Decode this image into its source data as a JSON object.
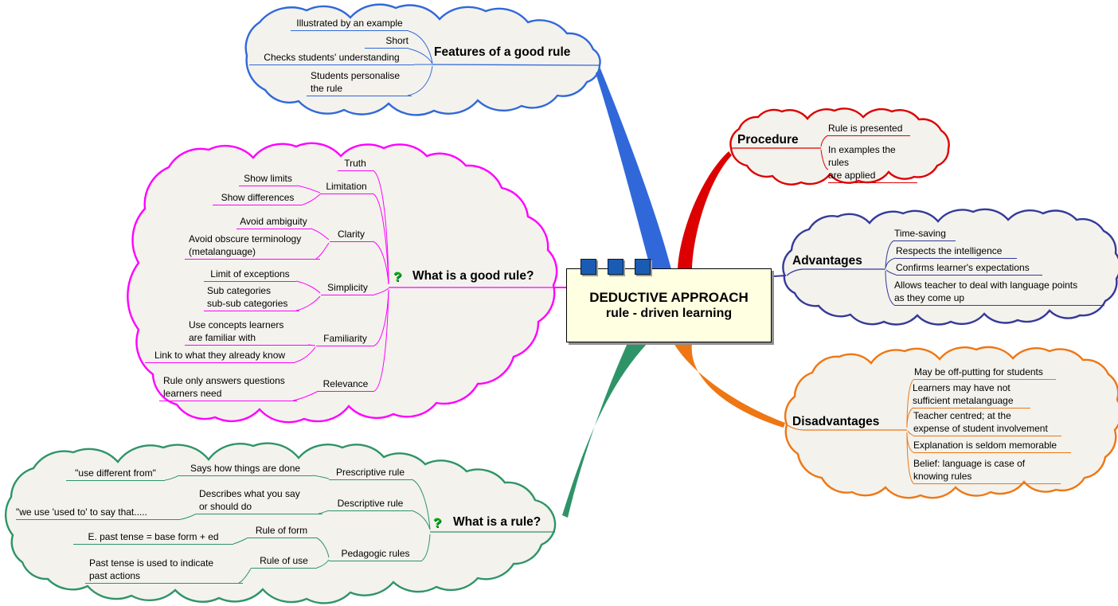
{
  "center": {
    "title_line1": "DEDUCTIVE APPROACH",
    "title_line2": "rule - driven learning",
    "icon_color": "#1A5CB4",
    "box_fill": "#FFFFE1"
  },
  "icons": {
    "question_mark": "?",
    "question_color": "#00B400"
  },
  "clouds": {
    "fill": "#F3F2ED"
  },
  "branches": {
    "features": {
      "label": "Features of a good rule",
      "color": "#3168D9",
      "items": [
        "Illustrated by an example",
        "Short",
        "Checks students' understanding",
        "Students personalise\nthe rule"
      ]
    },
    "procedure": {
      "label": "Procedure",
      "color": "#DD0000",
      "items": [
        "Rule is presented",
        "In examples the rules\nare applied"
      ]
    },
    "advantages": {
      "label": "Advantages",
      "color": "#353A99",
      "items": [
        "Time-saving",
        "Respects the intelligence",
        "Confirms learner's expectations",
        "Allows teacher to deal with language points\nas they come up"
      ]
    },
    "disadvantages": {
      "label": "Disadvantages",
      "color": "#EE7714",
      "items": [
        "May be off-putting for students",
        "Learners may have  not\nsufficient metalanguage",
        "Teacher centred; at the\nexpense of student involvement",
        "Explanation is seldom memorable",
        "Belief: language is case of\nknowing rules"
      ]
    },
    "good_rule": {
      "label": "What is a good rule?",
      "color": "#FF00FF",
      "subtopics": [
        {
          "label": "Truth",
          "items": []
        },
        {
          "label": "Limitation",
          "items": [
            "Show limits",
            "Show differences"
          ]
        },
        {
          "label": "Clarity",
          "items": [
            "Avoid ambiguity",
            "Avoid obscure terminology\n(metalanguage)"
          ]
        },
        {
          "label": "Simplicity",
          "items": [
            "Limit of exceptions",
            "Sub categories\nsub-sub categories"
          ]
        },
        {
          "label": "Familiarity",
          "items": [
            "Use concepts learners\nare familiar with",
            "Link to what they already know"
          ]
        },
        {
          "label": "Relevance",
          "items": [
            "Rule only answers questions\nlearners need"
          ]
        }
      ]
    },
    "what_rule": {
      "label": "What is a rule?",
      "color": "#2E9467",
      "subtopics": [
        {
          "label": "Prescriptive rule",
          "items": [
            "Says how things are done",
            "\"use different from\""
          ]
        },
        {
          "label": "Descriptive rule",
          "items": [
            "Describes what you say\nor should do",
            "\"we use 'used to' to say that....."
          ]
        },
        {
          "label": "Pedagogic rules",
          "items": [
            {
              "label": "Rule of form",
              "items": [
                "E. past tense = base form + ed"
              ]
            },
            {
              "label": "Rule of use",
              "items": [
                "Past tense is used to indicate\npast actions"
              ]
            }
          ]
        }
      ]
    }
  }
}
